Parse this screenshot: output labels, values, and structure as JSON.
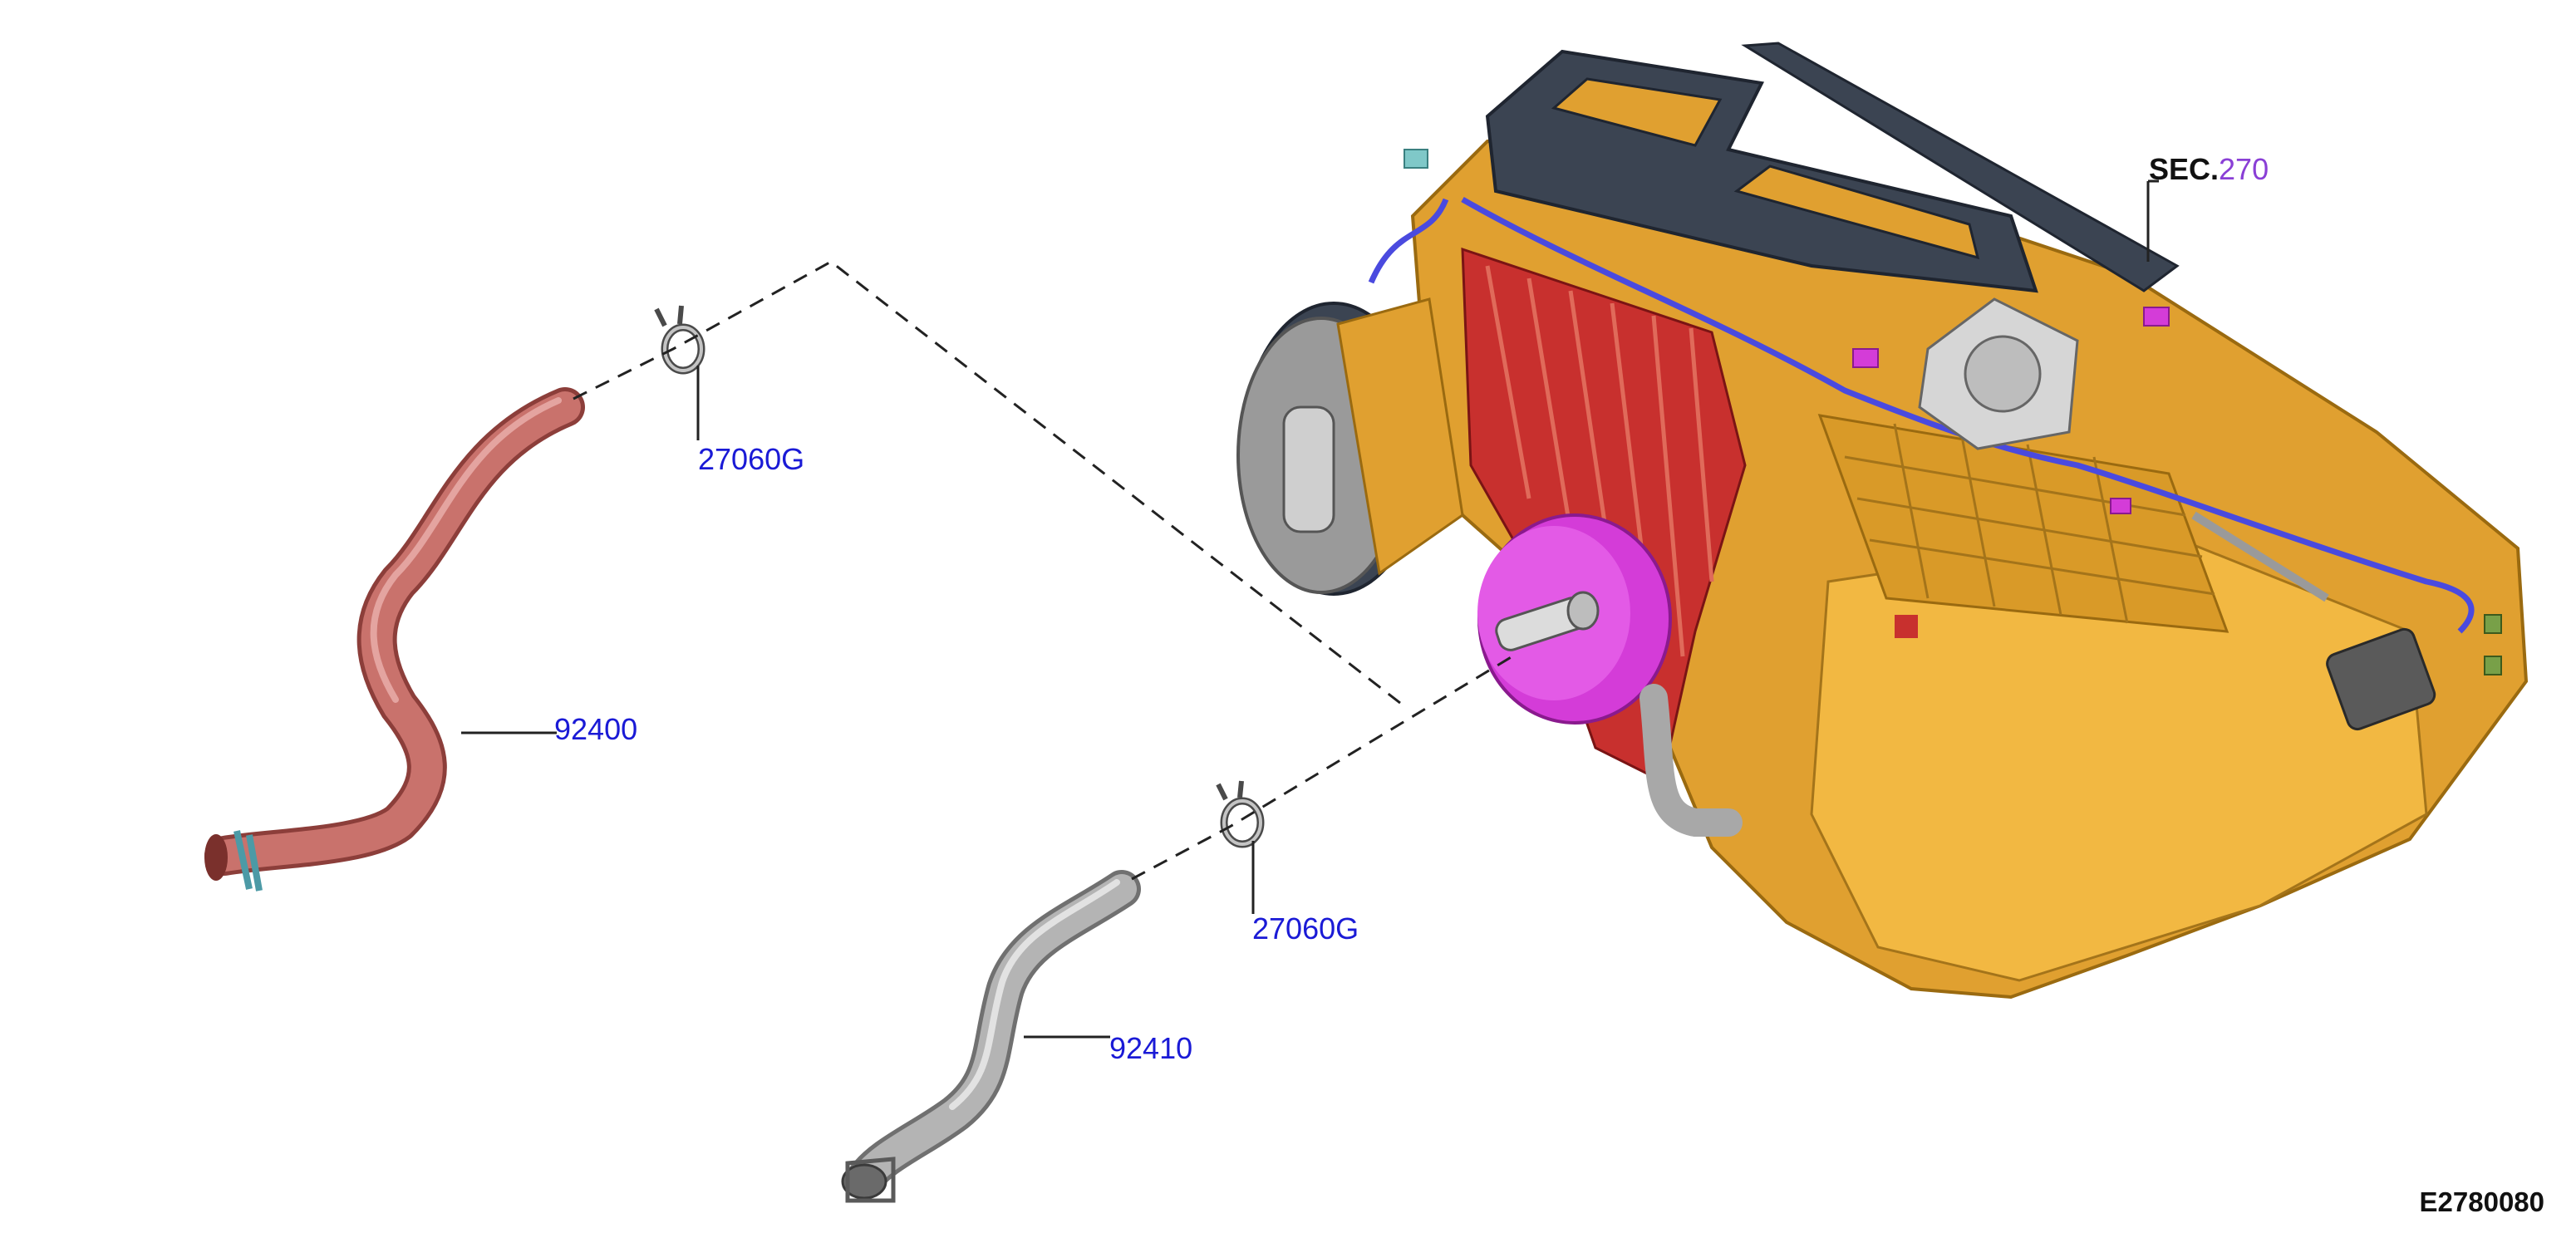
{
  "callouts": {
    "clip_upper": "27060G",
    "hose_upper": "92400",
    "clip_lower": "27060G",
    "hose_lower": "92410",
    "section_prefix": "SEC.",
    "section_number": "270"
  },
  "figure_id": "E2780080",
  "colors": {
    "part_number_text": "#1a1ad6",
    "section_number_text": "#8a3fd6",
    "hose_upper": "#c9726c",
    "hose_lower": "#b4b4b4",
    "heater_unit_case": "#e0a030",
    "heater_core_gasket": "#3b4452",
    "fin_core": "#c8302e",
    "motor_cover": "#d43cd8",
    "intake_drum": "#9a9a9a"
  },
  "icons": {
    "clip_upper": "hose-clamp-icon",
    "clip_lower": "hose-clamp-icon"
  }
}
